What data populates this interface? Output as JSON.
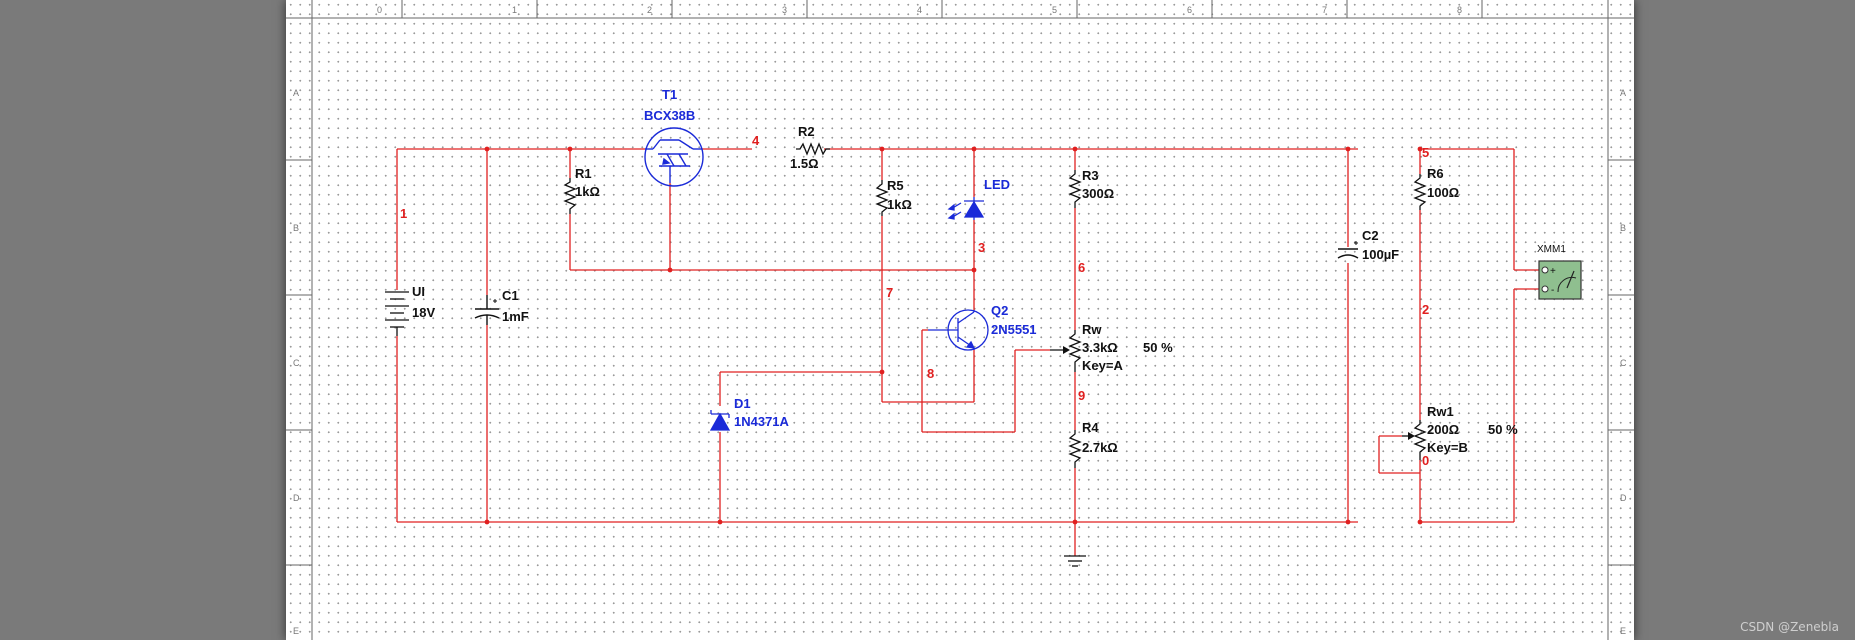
{
  "border": {
    "columns": [
      "0",
      "1",
      "2",
      "3",
      "4",
      "5",
      "6",
      "7",
      "8"
    ],
    "rows": [
      "A",
      "B",
      "C",
      "D",
      "E"
    ]
  },
  "components": {
    "T1": {
      "ref": "T1",
      "value": "BCX38B"
    },
    "R1": {
      "ref": "R1",
      "value": "1kΩ"
    },
    "R2": {
      "ref": "R2",
      "value": "1.5Ω"
    },
    "R5": {
      "ref": "R5",
      "value": "1kΩ"
    },
    "LED": {
      "ref": "LED"
    },
    "R3": {
      "ref": "R3",
      "value": "300Ω"
    },
    "C2": {
      "ref": "C2",
      "value": "100µF"
    },
    "R6": {
      "ref": "R6",
      "value": "100Ω"
    },
    "XMM1": {
      "ref": "XMM1"
    },
    "UI": {
      "ref": "UI",
      "value": "18V"
    },
    "C1": {
      "ref": "C1",
      "value": "1mF"
    },
    "Q2": {
      "ref": "Q2",
      "value": "2N5551"
    },
    "Rw": {
      "ref": "Rw",
      "value": "3.3kΩ",
      "key": "Key=A",
      "percent": "50 %"
    },
    "D1": {
      "ref": "D1",
      "value": "1N4371A"
    },
    "R4": {
      "ref": "R4",
      "value": "2.7kΩ"
    },
    "Rw1": {
      "ref": "Rw1",
      "value": "200Ω",
      "key": "Key=B",
      "percent": "50 %"
    }
  },
  "nets": {
    "n1": "1",
    "n2": "2",
    "n3": "3",
    "n4": "4",
    "n5": "5",
    "n6": "6",
    "n7": "7",
    "n8": "8",
    "n9": "9",
    "n0": "0"
  },
  "meter_terminals": {
    "plus": "+",
    "minus": "-"
  },
  "watermark": "CSDN @Zenebla",
  "colors": {
    "wire": "#e02020",
    "blue_part": "#1a2ad8",
    "black_part": "#111111",
    "meter_fill": "#8fbf8f"
  }
}
